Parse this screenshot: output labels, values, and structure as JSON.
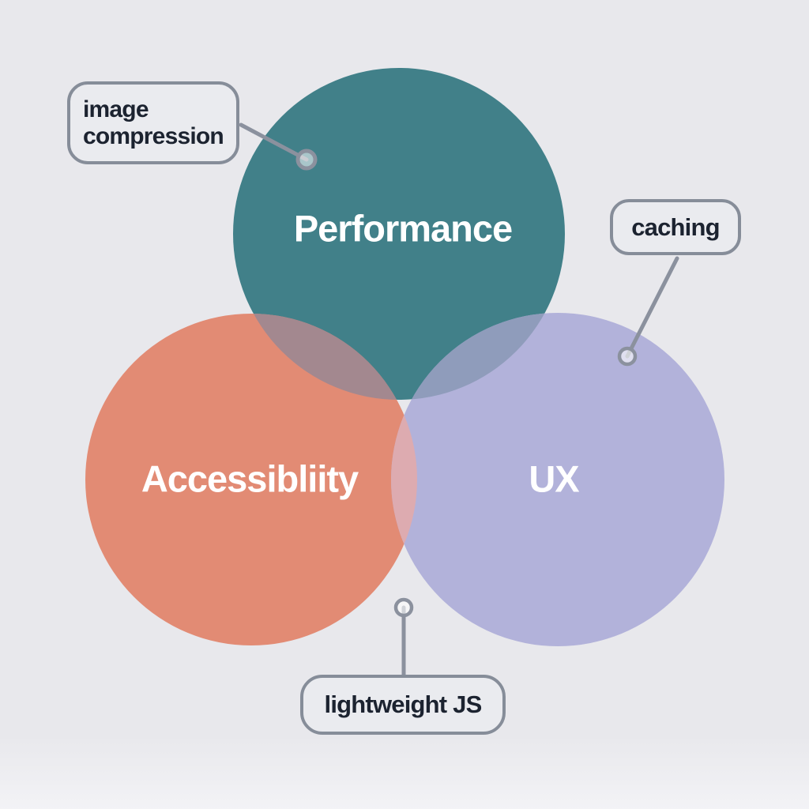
{
  "diagram": {
    "type": "venn",
    "background_color": "#e8e8ec",
    "sets": [
      {
        "id": "performance",
        "label": "Performance",
        "color": "#418089"
      },
      {
        "id": "accessibility",
        "label": "Accessibliity",
        "color": "#e28b74"
      },
      {
        "id": "ux",
        "label": "UX",
        "color": "#b2b2da"
      }
    ],
    "overlaps": {
      "performance_accessibility": "#a3888f",
      "performance_ux": "#8f9cbb",
      "accessibility_ux": "#ddabb0",
      "all": "#b499a3"
    },
    "callouts": [
      {
        "label": "image compression",
        "target_set": "performance"
      },
      {
        "label": "caching",
        "target_set": "ux"
      },
      {
        "label": "lightweight JS",
        "target_set": "accessibility_ux"
      }
    ],
    "connector_color": "#8b919e",
    "callout_border_color": "#868d99",
    "callout_fill_color": "#eaebef",
    "callout_text_color": "#1c2330",
    "set_label_text_color": "#ffffff"
  }
}
